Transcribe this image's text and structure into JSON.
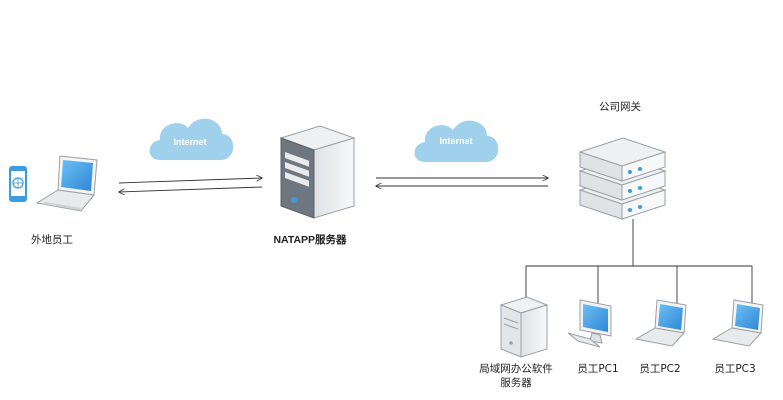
{
  "colors": {
    "cloud": "#9fd0ec",
    "screen": "#3d9be0",
    "device_body": "#f2f2f2",
    "device_outline": "#9aa0a6",
    "server_front": "#6e7780",
    "line": "#333333"
  },
  "nodes": {
    "remote": {
      "label": "外地员工",
      "icons": [
        "phone-icon",
        "laptop-icon"
      ]
    },
    "natapp": {
      "label": "NATAPP服务器",
      "icon": "tower-server-icon"
    },
    "gateway": {
      "label": "公司网关",
      "icon": "rack-server-icon"
    },
    "clouds": [
      {
        "label": "Internet"
      },
      {
        "label": "Internet"
      }
    ],
    "lan_server": {
      "label_line1": "局域网办公软件",
      "label_line2": "服务器",
      "icon": "tower-server-icon"
    },
    "pcs": [
      {
        "label": "员工PC1",
        "icon": "desktop-icon"
      },
      {
        "label": "员工PC2",
        "icon": "laptop-icon"
      },
      {
        "label": "员工PC3",
        "icon": "laptop-icon"
      }
    ]
  }
}
